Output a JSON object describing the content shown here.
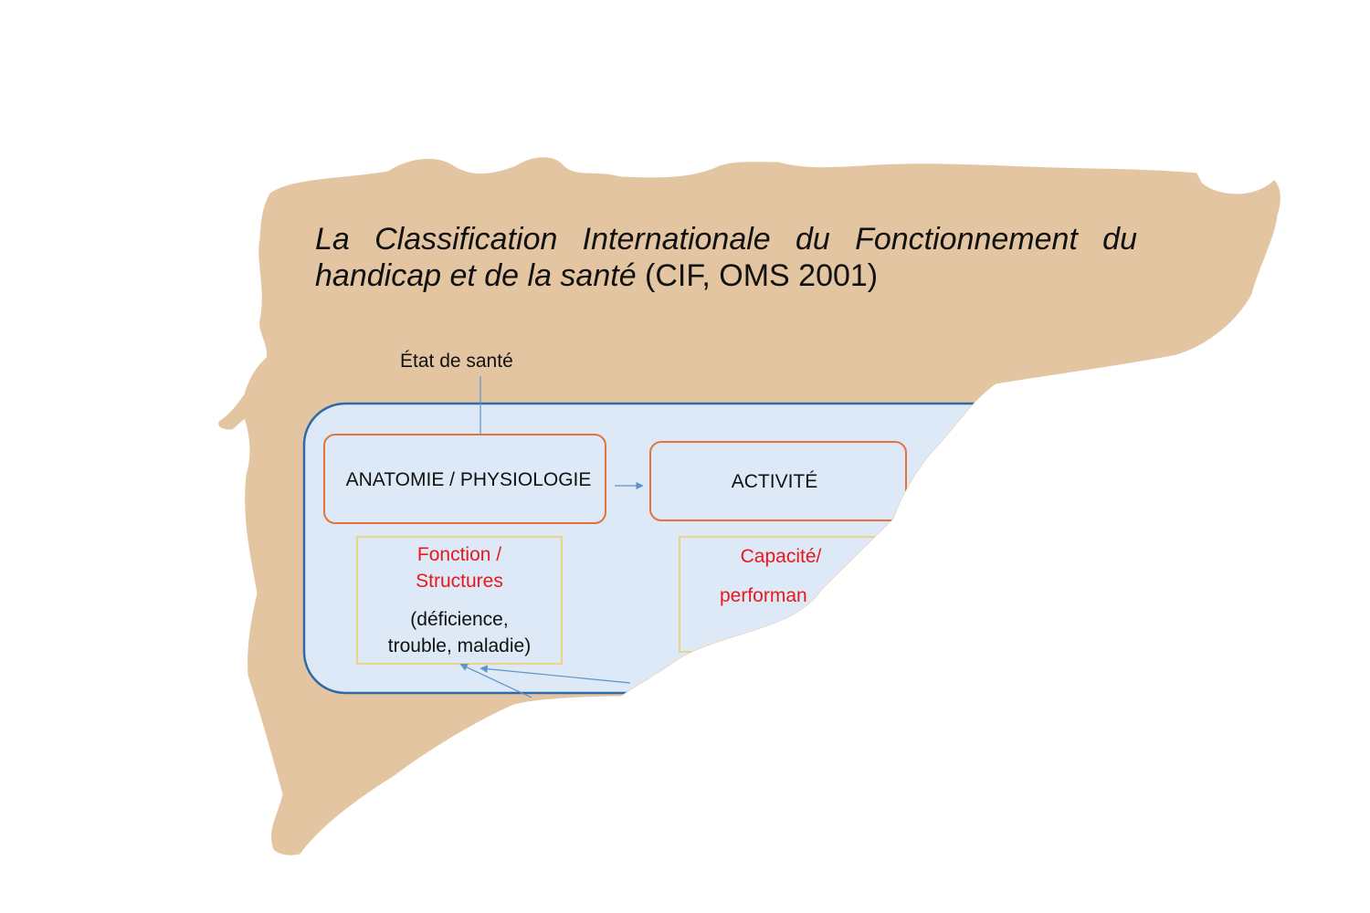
{
  "title": {
    "line1_words": [
      "La",
      "Classification",
      "Internationale",
      "du",
      "Fonctionnement",
      "du"
    ],
    "line2_italic": "handicap et de la santé",
    "line2_rest": " (CIF, OMS 2001)"
  },
  "health_condition": "État de santé",
  "boxes": {
    "anatomy": "ANATOMIE / PHYSIOLOGIE",
    "activity": "ACTIVITÉ"
  },
  "sub_boxes": {
    "function_title_1": "Fonction /",
    "function_title_2": "Structures",
    "function_detail_1": "(déficience,",
    "function_detail_2": "trouble, maladie)",
    "capacity_title_1": "Capacité/",
    "capacity_title_2": "performan"
  },
  "colors": {
    "parchment": "#e4c5a2",
    "panel_fill": "#dde9f6",
    "panel_stroke": "#2e6aa8",
    "box_stroke": "#e2743a",
    "sub_box_stroke": "#f2c94c",
    "arrow": "#5b94c8",
    "accent_text": "#e8181c"
  }
}
